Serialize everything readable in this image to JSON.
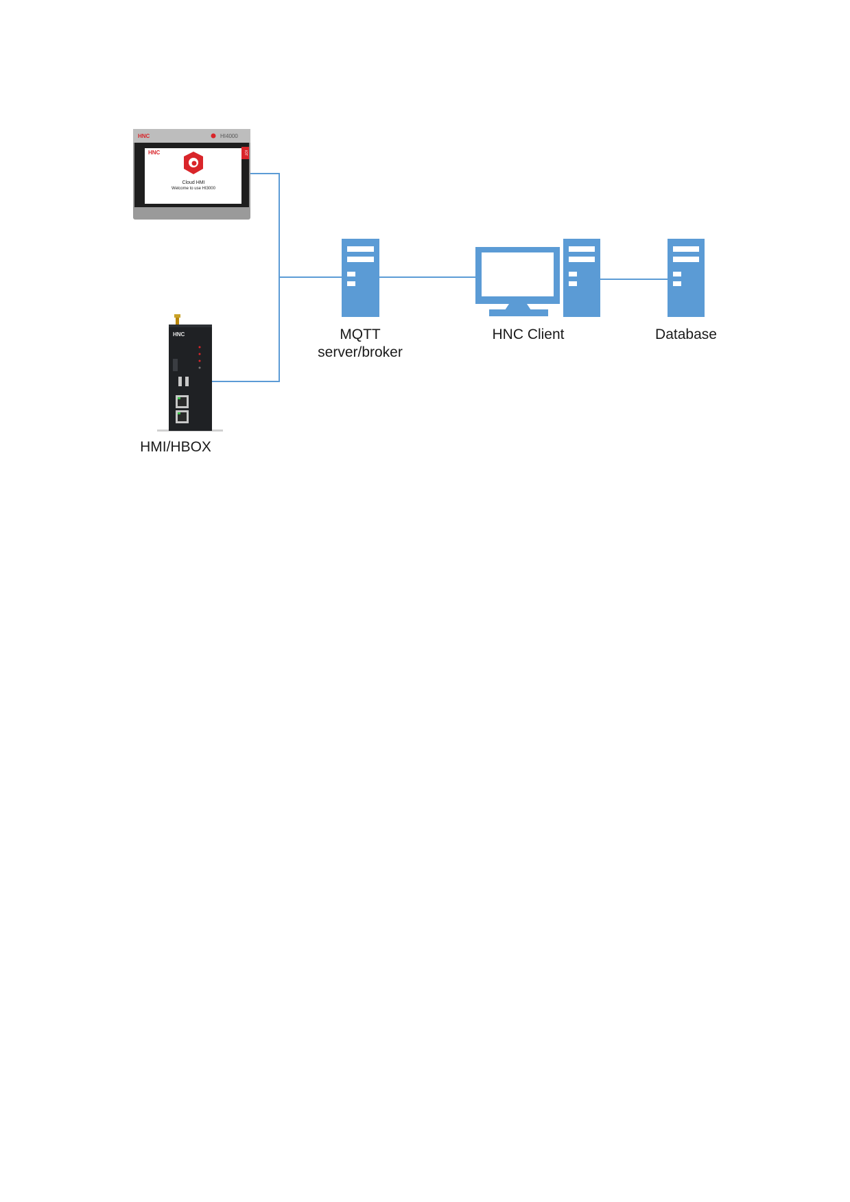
{
  "diagram": {
    "nodes": {
      "hmi_panel": {
        "brand": "HNC",
        "model": "HI4000",
        "screen_logo": "HNC",
        "screen_line1": "Cloud HMI",
        "screen_line2": "Welcome to use HI3000",
        "side_tag": "IOT"
      },
      "hbox": {
        "brand": "HNC",
        "label": "HMI/HBOX"
      },
      "mqtt": {
        "label_line1": "MQTT",
        "label_line2": "server/broker"
      },
      "client": {
        "label": "HNC Client"
      },
      "database": {
        "label": "Database"
      }
    },
    "connections": [
      {
        "from": "hmi_panel",
        "to": "mqtt"
      },
      {
        "from": "hbox",
        "to": "mqtt"
      },
      {
        "from": "mqtt",
        "to": "client"
      },
      {
        "from": "client",
        "to": "database"
      }
    ],
    "colors": {
      "icon_blue": "#5b9bd5",
      "line_blue": "#5b9bd5",
      "brand_red": "#d9252a"
    }
  }
}
